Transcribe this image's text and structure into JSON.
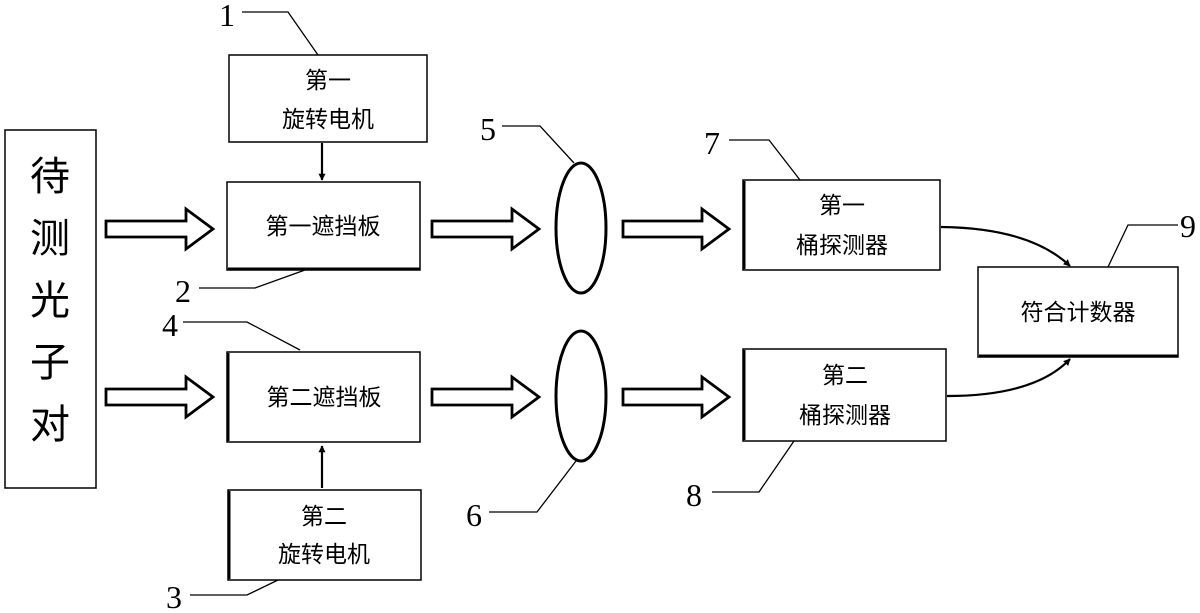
{
  "source": {
    "chars": [
      "待",
      "测",
      "光",
      "子",
      "对"
    ]
  },
  "motor1": {
    "line1": "第一",
    "line2": "旋转电机"
  },
  "shutter1": {
    "label": "第一遮挡板"
  },
  "shutter2": {
    "label": "第二遮挡板"
  },
  "motor2": {
    "line1": "第二",
    "line2": "旋转电机"
  },
  "detector1": {
    "line1": "第一",
    "line2": "桶探测器"
  },
  "detector2": {
    "line1": "第二",
    "line2": "桶探测器"
  },
  "counter": {
    "label": "符合计数器"
  },
  "numbers": {
    "n1": "1",
    "n2": "2",
    "n3": "3",
    "n4": "4",
    "n5": "5",
    "n6": "6",
    "n7": "7",
    "n8": "8",
    "n9": "9"
  }
}
